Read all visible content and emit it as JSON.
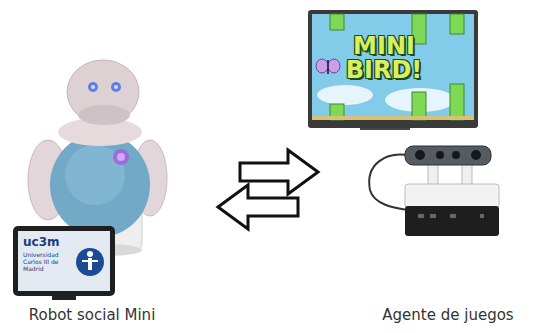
{
  "diagram": {
    "nodes": [
      {
        "text": [
          "Robot social Mini"
        ]
      },
      {
        "text": [
          "Agente de juegos"
        ]
      }
    ],
    "edges": [
      {
        "from": 0,
        "to": 1,
        "arrow": "to"
      },
      {
        "from": 1,
        "to": 0,
        "arrow": "to"
      }
    ],
    "labels": [
      "MINI BIRD!",
      "uc3m",
      "Universidad Carlos III de Madrid"
    ]
  }
}
